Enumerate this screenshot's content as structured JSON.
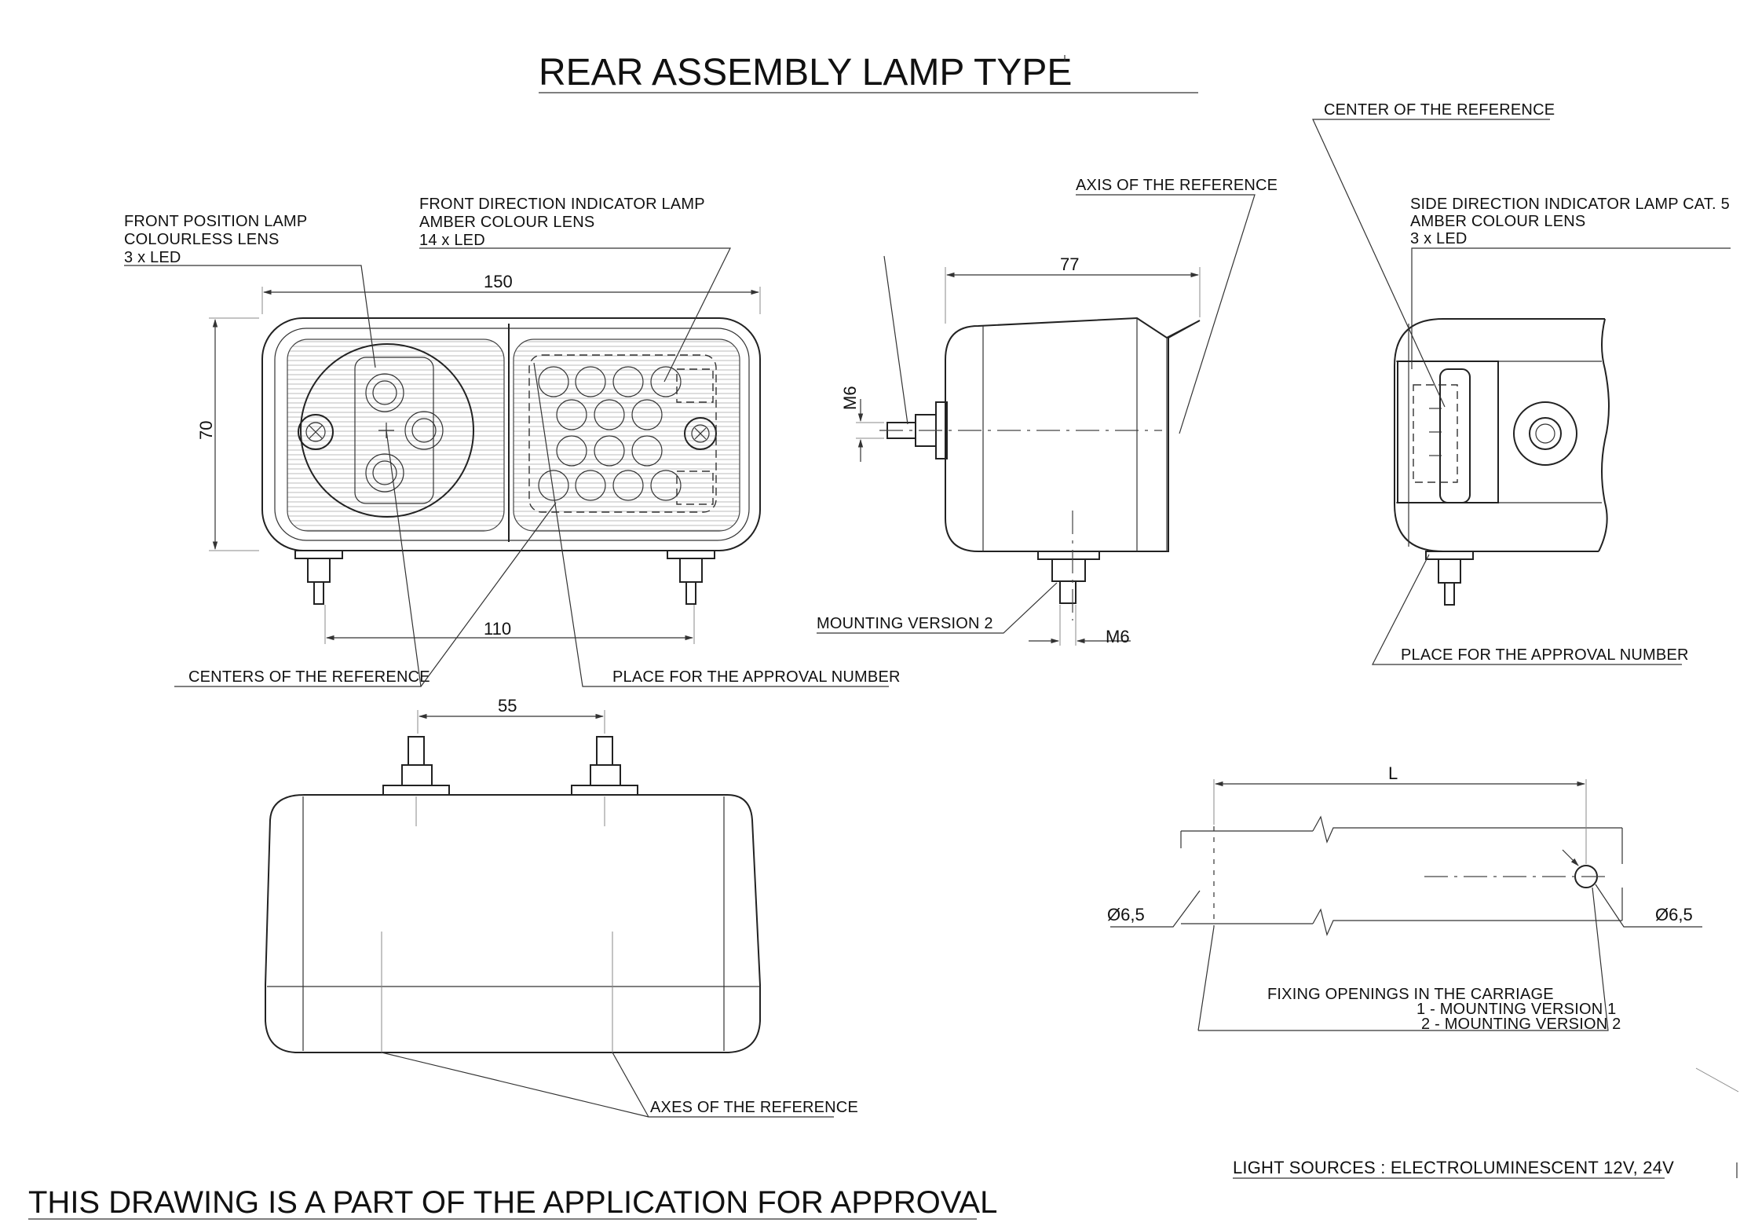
{
  "title": "REAR ASSEMBLY LAMP TYPE",
  "footer": "THIS DRAWING IS A PART OF THE APPLICATION FOR  APPROVAL",
  "light_sources": "LIGHT SOURCES : ELECTROLUMINESCENT  12V, 24V",
  "labels": {
    "front_position": [
      "FRONT POSITION LAMP",
      "COLOURLESS LENS",
      "3 x LED"
    ],
    "front_direction": [
      "FRONT DIRECTION INDICATOR LAMP",
      "AMBER COLOUR LENS",
      "14 x LED"
    ],
    "axis_reference": "AXIS OF THE REFERENCE",
    "center_reference": "CENTER OF THE REFERENCE",
    "side_direction": [
      "SIDE DIRECTION INDICATOR LAMP CAT. 5",
      "AMBER COLOUR LENS",
      "3 x LED"
    ],
    "centers_reference": "CENTERS OF THE REFERENCE",
    "approval_number": "PLACE FOR THE APPROVAL NUMBER",
    "approval_number_side": "PLACE FOR THE APPROVAL NUMBER",
    "mounting_version_2": "MOUNTING VERSION 2",
    "axes_reference": "AXES OF THE REFERENCE",
    "fixing_openings": [
      "FIXING OPENINGS IN THE CARRIAGE",
      "1 - MOUNTING VERSION 1",
      "2 - MOUNTING VERSION 2"
    ]
  },
  "dimensions": {
    "width_front": "150",
    "height_front": "70",
    "stud_spacing": "110",
    "depth": "77",
    "m6_vertical": "M6",
    "m6_bottom": "M6",
    "top_stud_spacing": "55",
    "carriage_length": "L",
    "hole_left": "Ø6,5",
    "hole_right": "Ø6,5"
  }
}
